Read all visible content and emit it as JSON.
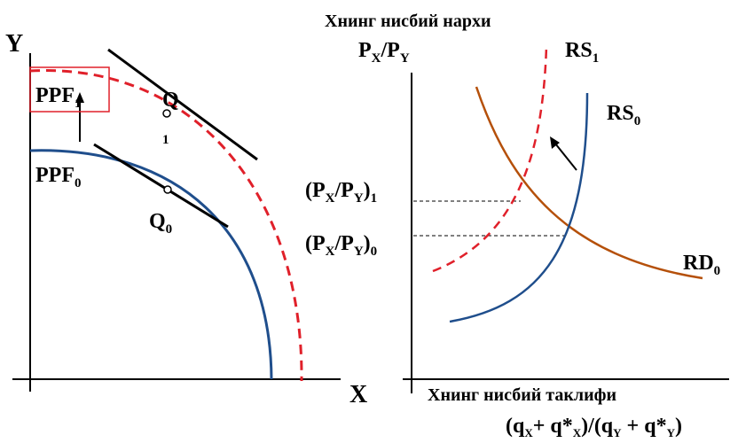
{
  "colors": {
    "axis": "#000000",
    "ppf0": "#1f4e8c",
    "ppf1": "#e0202a",
    "rs0": "#1f4e8c",
    "rs1": "#e0202a",
    "rd0": "#b5500a",
    "highlight_box": "#e0202a"
  },
  "left_panel": {
    "y_axis_label": "Y",
    "x_axis_label": "X",
    "ppf1_label": {
      "main": "PPF",
      "sub": "1"
    },
    "ppf0_label": {
      "main": "PPF",
      "sub": "0"
    },
    "q1_label": {
      "main": "Q",
      "sub": "1"
    },
    "q0_label": {
      "main": "Q",
      "sub": "0"
    }
  },
  "right_panel": {
    "title_top": "Хнинг нисбий нархи",
    "y_axis_label": {
      "p1": "P",
      "s1": "X",
      "slash": "/P",
      "s2": "Y"
    },
    "x_axis_title": "Хнинг нисбий таклифи",
    "x_axis_formula": {
      "open": "(q",
      "s1": "X",
      "plus1": "+ q*",
      "s2": "X",
      "mid": ")/(q",
      "s3": "Y",
      "plus2": " + q*",
      "s4": "Y",
      "close": ")"
    },
    "rs1_label": {
      "main": "RS",
      "sub": "1"
    },
    "rs0_label": {
      "main": "RS",
      "sub": "0"
    },
    "rd0_label": {
      "main": "RD",
      "sub": "0"
    },
    "price1_label": {
      "open": "(P",
      "s1": "X",
      "slash": "/P",
      "s2": "Y",
      "close": ")",
      "sub": "1"
    },
    "price0_label": {
      "open": "(P",
      "s1": "X",
      "slash": "/P",
      "s2": "Y",
      "close": ")",
      "sub": "0"
    }
  }
}
